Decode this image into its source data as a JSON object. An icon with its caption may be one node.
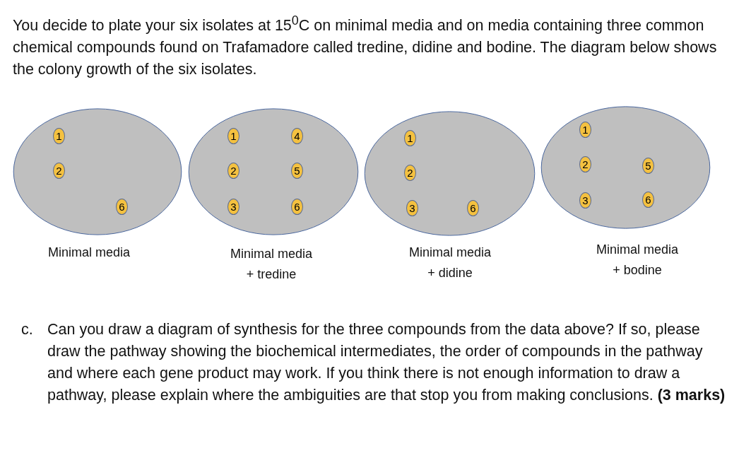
{
  "diagram": {
    "nodes": [
      {
        "text": [],
        "shape": "ellipse",
        "beside": [
          "Minimal media"
        ]
      },
      {
        "text": [
          "1"
        ],
        "in": 0
      },
      {
        "text": [
          "2"
        ],
        "in": 0
      },
      {
        "text": [
          "6"
        ],
        "in": 0
      },
      {
        "text": [],
        "shape": "ellipse",
        "beside": [
          "Minimal media + tredine"
        ]
      },
      {
        "text": [
          "1"
        ],
        "in": 4
      },
      {
        "text": [
          "4"
        ],
        "in": 4
      },
      {
        "text": [
          "2"
        ],
        "in": 4
      },
      {
        "text": [
          "5"
        ],
        "in": 4
      },
      {
        "text": [
          "3"
        ],
        "in": 4
      },
      {
        "text": [
          "6"
        ],
        "in": 4
      },
      {
        "text": [],
        "shape": "ellipse",
        "beside": [
          "Minimal media + didine"
        ]
      },
      {
        "text": [
          "1"
        ],
        "in": 11
      },
      {
        "text": [
          "2"
        ],
        "in": 11
      },
      {
        "text": [
          "3"
        ],
        "in": 11
      },
      {
        "text": [
          "6"
        ],
        "in": 11
      },
      {
        "text": [],
        "shape": "ellipse",
        "beside": [
          "Minimal media + bodine"
        ]
      },
      {
        "text": [
          "1"
        ],
        "in": 16
      },
      {
        "text": [
          "2"
        ],
        "in": 16
      },
      {
        "text": [
          "5"
        ],
        "in": 16
      },
      {
        "text": [
          "3"
        ],
        "in": 16
      },
      {
        "text": [
          "6"
        ],
        "in": 16
      }
    ],
    "labels": [
      "You decide to plate your six isolates at 15$^{0}$C on minimal media and on media containing three common chemical compounds found on Trafamadore called tredine, didine and bodine. The diagram below shows the colony growth of the six isolates.",
      "c.",
      "Can you draw a diagram of synthesis for the three compounds from the data above? If so, please draw the pathway showing the biochemical intermediates, the order of compounds in the pathway and where each gene product may work. If you think there is not enough information to draw a pathway, please explain where the ambiguities are that stop you from making conclusions. **(3 marks)**"
    ]
  }
}
